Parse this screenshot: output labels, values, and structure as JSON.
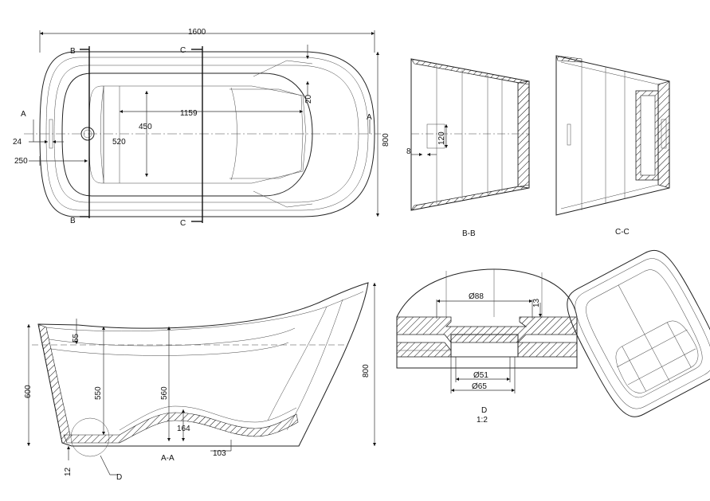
{
  "top_view": {
    "dim_length": "1600",
    "dim_inner": "1159",
    "dim_width": "800",
    "dim_450": "450",
    "dim_520": "520",
    "dim_24": "24",
    "dim_250": "250",
    "dim_20": "20",
    "sec_a": "A",
    "sec_b": "B",
    "sec_c": "C"
  },
  "section_bb": {
    "dim_120": "120",
    "dim_8": "8",
    "label": "B-B"
  },
  "section_cc": {
    "label": "C-C"
  },
  "side_view": {
    "dim_800": "800",
    "dim_600": "600",
    "dim_550": "550",
    "dim_560": "560",
    "dim_55": "55",
    "dim_164": "164",
    "dim_103": "103",
    "dim_12": "12",
    "detail_callout": "D",
    "label": "A-A"
  },
  "detail_d": {
    "dim_88": "Ø88",
    "dim_13": "13",
    "dim_51": "Ø51",
    "dim_65": "Ø65",
    "label": "D",
    "scale": "1:2"
  }
}
